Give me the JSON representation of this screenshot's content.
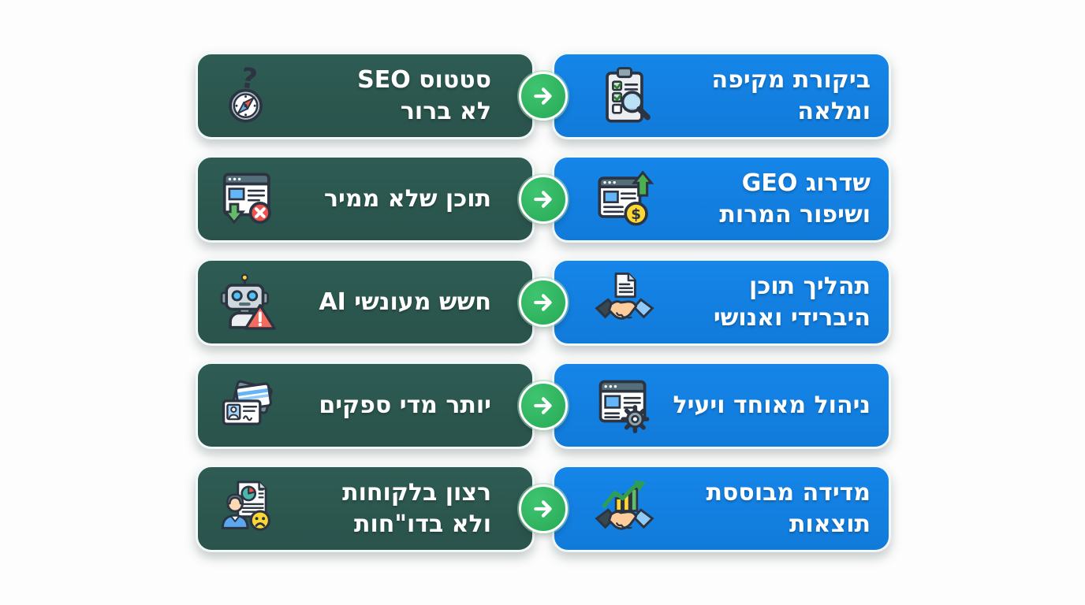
{
  "background_color": "#fdfdfd",
  "colors": {
    "problem_box": "#2D5A52",
    "solution_box": "#1283E8",
    "arrow_circle": "#2EB45F",
    "box_border": "#F2F7F7",
    "label_text": "#FFFFFF"
  },
  "arrow_icon": "right-arrow-icon",
  "rows": [
    {
      "problem": {
        "label": "סטטוס SEO\nלא ברור",
        "icon": "compass-question-icon"
      },
      "solution": {
        "label": "ביקורת מקיפה\nומלאה",
        "icon": "checklist-magnifier-icon"
      }
    },
    {
      "problem": {
        "label": "תוכן שלא ממיר",
        "icon": "webpage-decline-error-icon"
      },
      "solution": {
        "label": "שדרוג GEO\nושיפור המרות",
        "icon": "webpage-growth-dollar-icon"
      }
    },
    {
      "problem": {
        "label": "חשש מעונשי AI",
        "icon": "robot-warning-icon"
      },
      "solution": {
        "label": "תהליך תוכן\nהיברידי ואנושי",
        "icon": "handshake-document-icon"
      }
    },
    {
      "problem": {
        "label": "יותר מדי ספקים",
        "icon": "vendor-cards-icon"
      },
      "solution": {
        "label": "ניהול מאוחד ויעיל",
        "icon": "webpage-gear-icon"
      }
    },
    {
      "problem": {
        "label": "רצון בלקוחות\nולא בדו\"חות",
        "icon": "person-report-sad-icon"
      },
      "solution": {
        "label": "מדידה מבוססת\nתוצאות",
        "icon": "handshake-growth-icon"
      }
    }
  ]
}
